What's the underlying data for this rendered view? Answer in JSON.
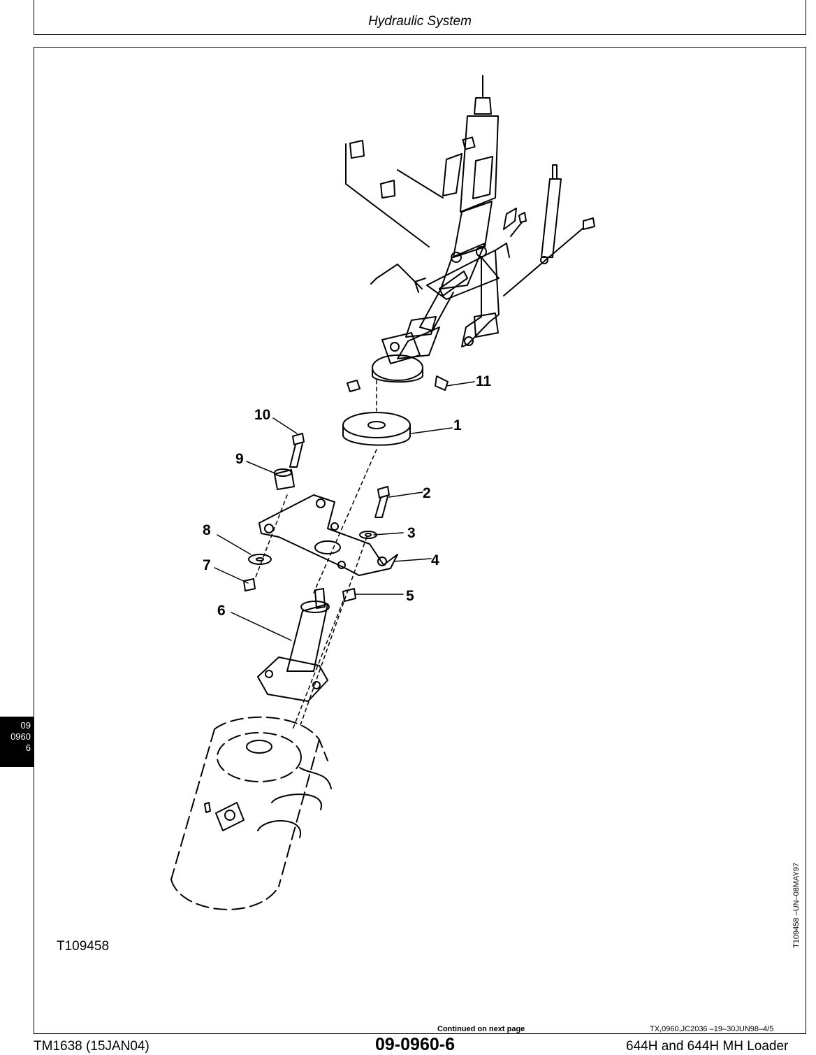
{
  "header": {
    "title": "Hydraulic System"
  },
  "figure": {
    "id": "T109458",
    "side_id": "T109458 –UN–08MAY97",
    "callouts": [
      "1",
      "2",
      "3",
      "4",
      "5",
      "6",
      "7",
      "8",
      "9",
      "10",
      "11"
    ]
  },
  "section_tab": {
    "line1": "09",
    "line2": "0960",
    "line3": "6"
  },
  "footer": {
    "continued": "Continued on next page",
    "reference": "TX,0960,JC2036 –19–30JUN98–4/5",
    "manual": "TM1638 (15JAN04)",
    "page_number": "09-0960-6",
    "machine": "644H and 644H MH Loader"
  }
}
